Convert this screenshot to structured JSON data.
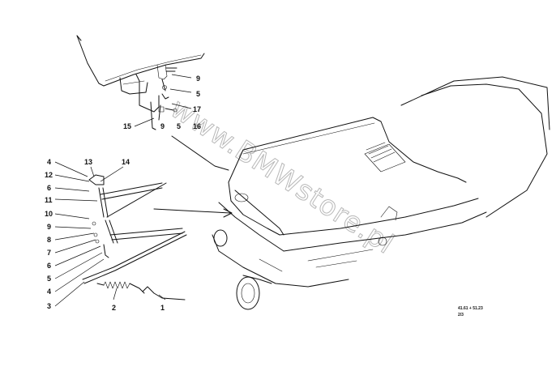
{
  "diagram": {
    "callouts": [
      {
        "id": "c9a",
        "text": "9"
      },
      {
        "id": "c5a",
        "text": "5"
      },
      {
        "id": "c17",
        "text": "17"
      },
      {
        "id": "c15",
        "text": "15"
      },
      {
        "id": "c9b",
        "text": "9"
      },
      {
        "id": "c5b",
        "text": "5"
      },
      {
        "id": "c16",
        "text": "16"
      },
      {
        "id": "c4a",
        "text": "4"
      },
      {
        "id": "c13",
        "text": "13"
      },
      {
        "id": "c14",
        "text": "14"
      },
      {
        "id": "c12",
        "text": "12"
      },
      {
        "id": "c6a",
        "text": "6"
      },
      {
        "id": "c11",
        "text": "11"
      },
      {
        "id": "c10",
        "text": "10"
      },
      {
        "id": "c9c",
        "text": "9"
      },
      {
        "id": "c8",
        "text": "8"
      },
      {
        "id": "c7",
        "text": "7"
      },
      {
        "id": "c6b",
        "text": "6"
      },
      {
        "id": "c5c",
        "text": "5"
      },
      {
        "id": "c4b",
        "text": "4"
      },
      {
        "id": "c3",
        "text": "3"
      },
      {
        "id": "c2",
        "text": "2"
      },
      {
        "id": "c1",
        "text": "1"
      }
    ],
    "ref_code": "41.61 + 51.23",
    "sheet": "2/3",
    "watermark": "www.BMWstore.pl"
  }
}
